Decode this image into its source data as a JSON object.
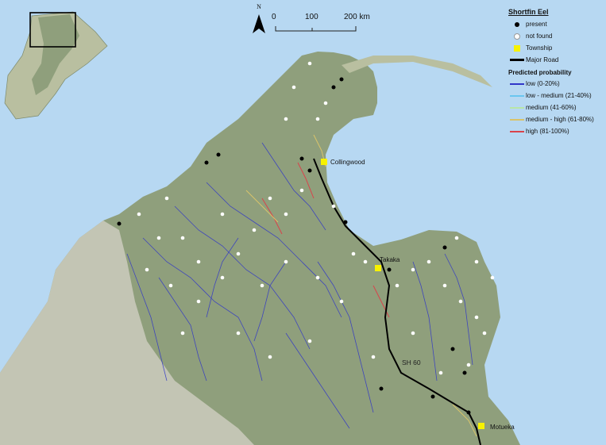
{
  "map": {
    "north_label": "N",
    "scale": {
      "labels": [
        "0",
        "100",
        "200 km"
      ]
    },
    "legend": {
      "title": "Shortfin Eel",
      "items": [
        {
          "label": "present",
          "symbol": "black-dot-icon",
          "color": "#000000"
        },
        {
          "label": "not found",
          "symbol": "white-dot-icon",
          "color": "#ffffff"
        },
        {
          "label": "Township",
          "symbol": "yellow-square-icon",
          "color": "#f7f200"
        },
        {
          "label": "Major Road",
          "symbol": "road-line-icon",
          "color": "#000000"
        }
      ],
      "prob_title": "Predicted probability",
      "prob_items": [
        {
          "label": "low (0-20%)",
          "color": "#3036c8"
        },
        {
          "label": "low - medium (21-40%)",
          "color": "#6ac6f0"
        },
        {
          "label": "medium (41-60%)",
          "color": "#b8e6a8"
        },
        {
          "label": "medium - high (61-80%)",
          "color": "#d9c46a"
        },
        {
          "label": "high (81-100%)",
          "color": "#d9434b"
        }
      ]
    },
    "towns": [
      "Collingwood",
      "Takaka",
      "Motueka"
    ],
    "road_label": "SH 60",
    "colors": {
      "sea": "#b7d8f2",
      "land": "#8f9f7c",
      "land_light": "#c9c9ba"
    }
  }
}
